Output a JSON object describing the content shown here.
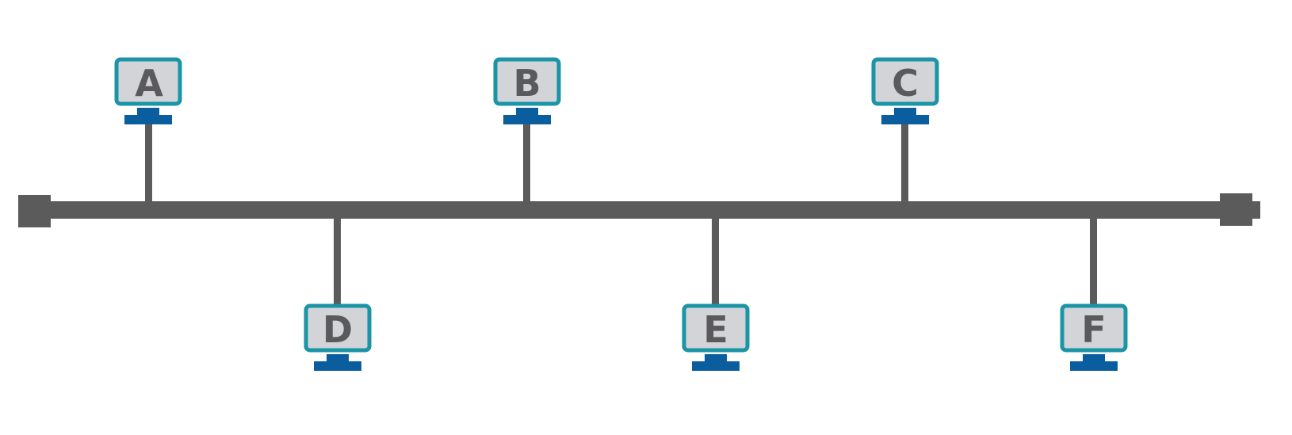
{
  "colors": {
    "background": "#ffffff",
    "bus": "#5b5b5c",
    "monitor_border": "#1a94a6",
    "monitor_screen": "#d3d4d8",
    "monitor_base": "#0b5e9e",
    "label": "#5a5a5c"
  },
  "nodes": [
    {
      "id": "A",
      "label": "A",
      "side": "top"
    },
    {
      "id": "B",
      "label": "B",
      "side": "top"
    },
    {
      "id": "C",
      "label": "C",
      "side": "top"
    },
    {
      "id": "D",
      "label": "D",
      "side": "bottom"
    },
    {
      "id": "E",
      "label": "E",
      "side": "bottom"
    },
    {
      "id": "F",
      "label": "F",
      "side": "bottom"
    }
  ]
}
